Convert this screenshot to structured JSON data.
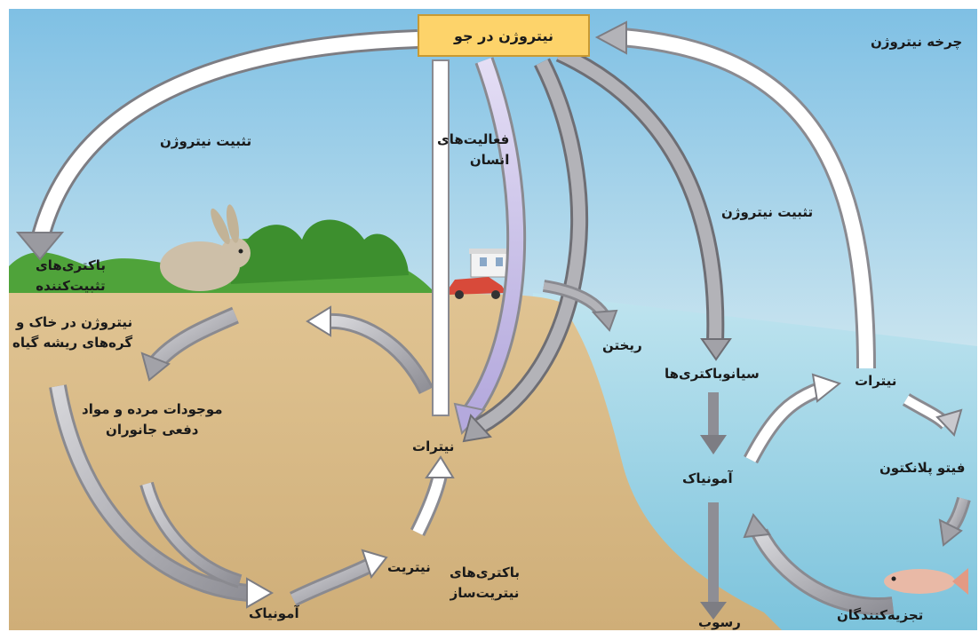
{
  "title": "چرخه نیتروژن",
  "atmosphere_box": "نیتروژن در جو",
  "labels": {
    "fixation_left": "تثبیت نیتروژن",
    "human_activity_1": "فعالیت‌های",
    "human_activity_2": "انسان",
    "fixation_right": "تثبیت نیتروژن",
    "fixing_bacteria_1": "باکتری‌های",
    "fixing_bacteria_2": "تثبیت‌کننده",
    "soil_nitrogen_1": "نیتروژن در خاک و",
    "soil_nitrogen_2": "گره‌های ریشه گیاه",
    "dead_matter_1": "موجودات مرده و مواد",
    "dead_matter_2": "دفعی جانوران",
    "nitrates_land": "نیترات",
    "nitrite": "نیتریت",
    "ammonia_land": "آمونیاک",
    "nitrifying_1": "باکتری‌های",
    "nitrifying_2": "نیتریت‌ساز",
    "runoff": "ریختن",
    "cyanobacteria": "سیانوباکتری‌ها",
    "ammonia_sea": "آمونیاک",
    "nitrates_sea": "نیترات",
    "phytoplankton": "فیتو پلانکتون",
    "decomposers": "تجزیه‌کنندگان",
    "sediment": "رسوب"
  },
  "colors": {
    "sky_top": "#8ec6e6",
    "sky_bottom": "#eef6f8",
    "soil": "#d8b885",
    "sea": "#9fd5e8",
    "box_fill": "#fdd36a",
    "arrow_white": "#ffffff",
    "arrow_gray": "#a8a8ae",
    "arrow_purple": "#c7bfe6"
  }
}
